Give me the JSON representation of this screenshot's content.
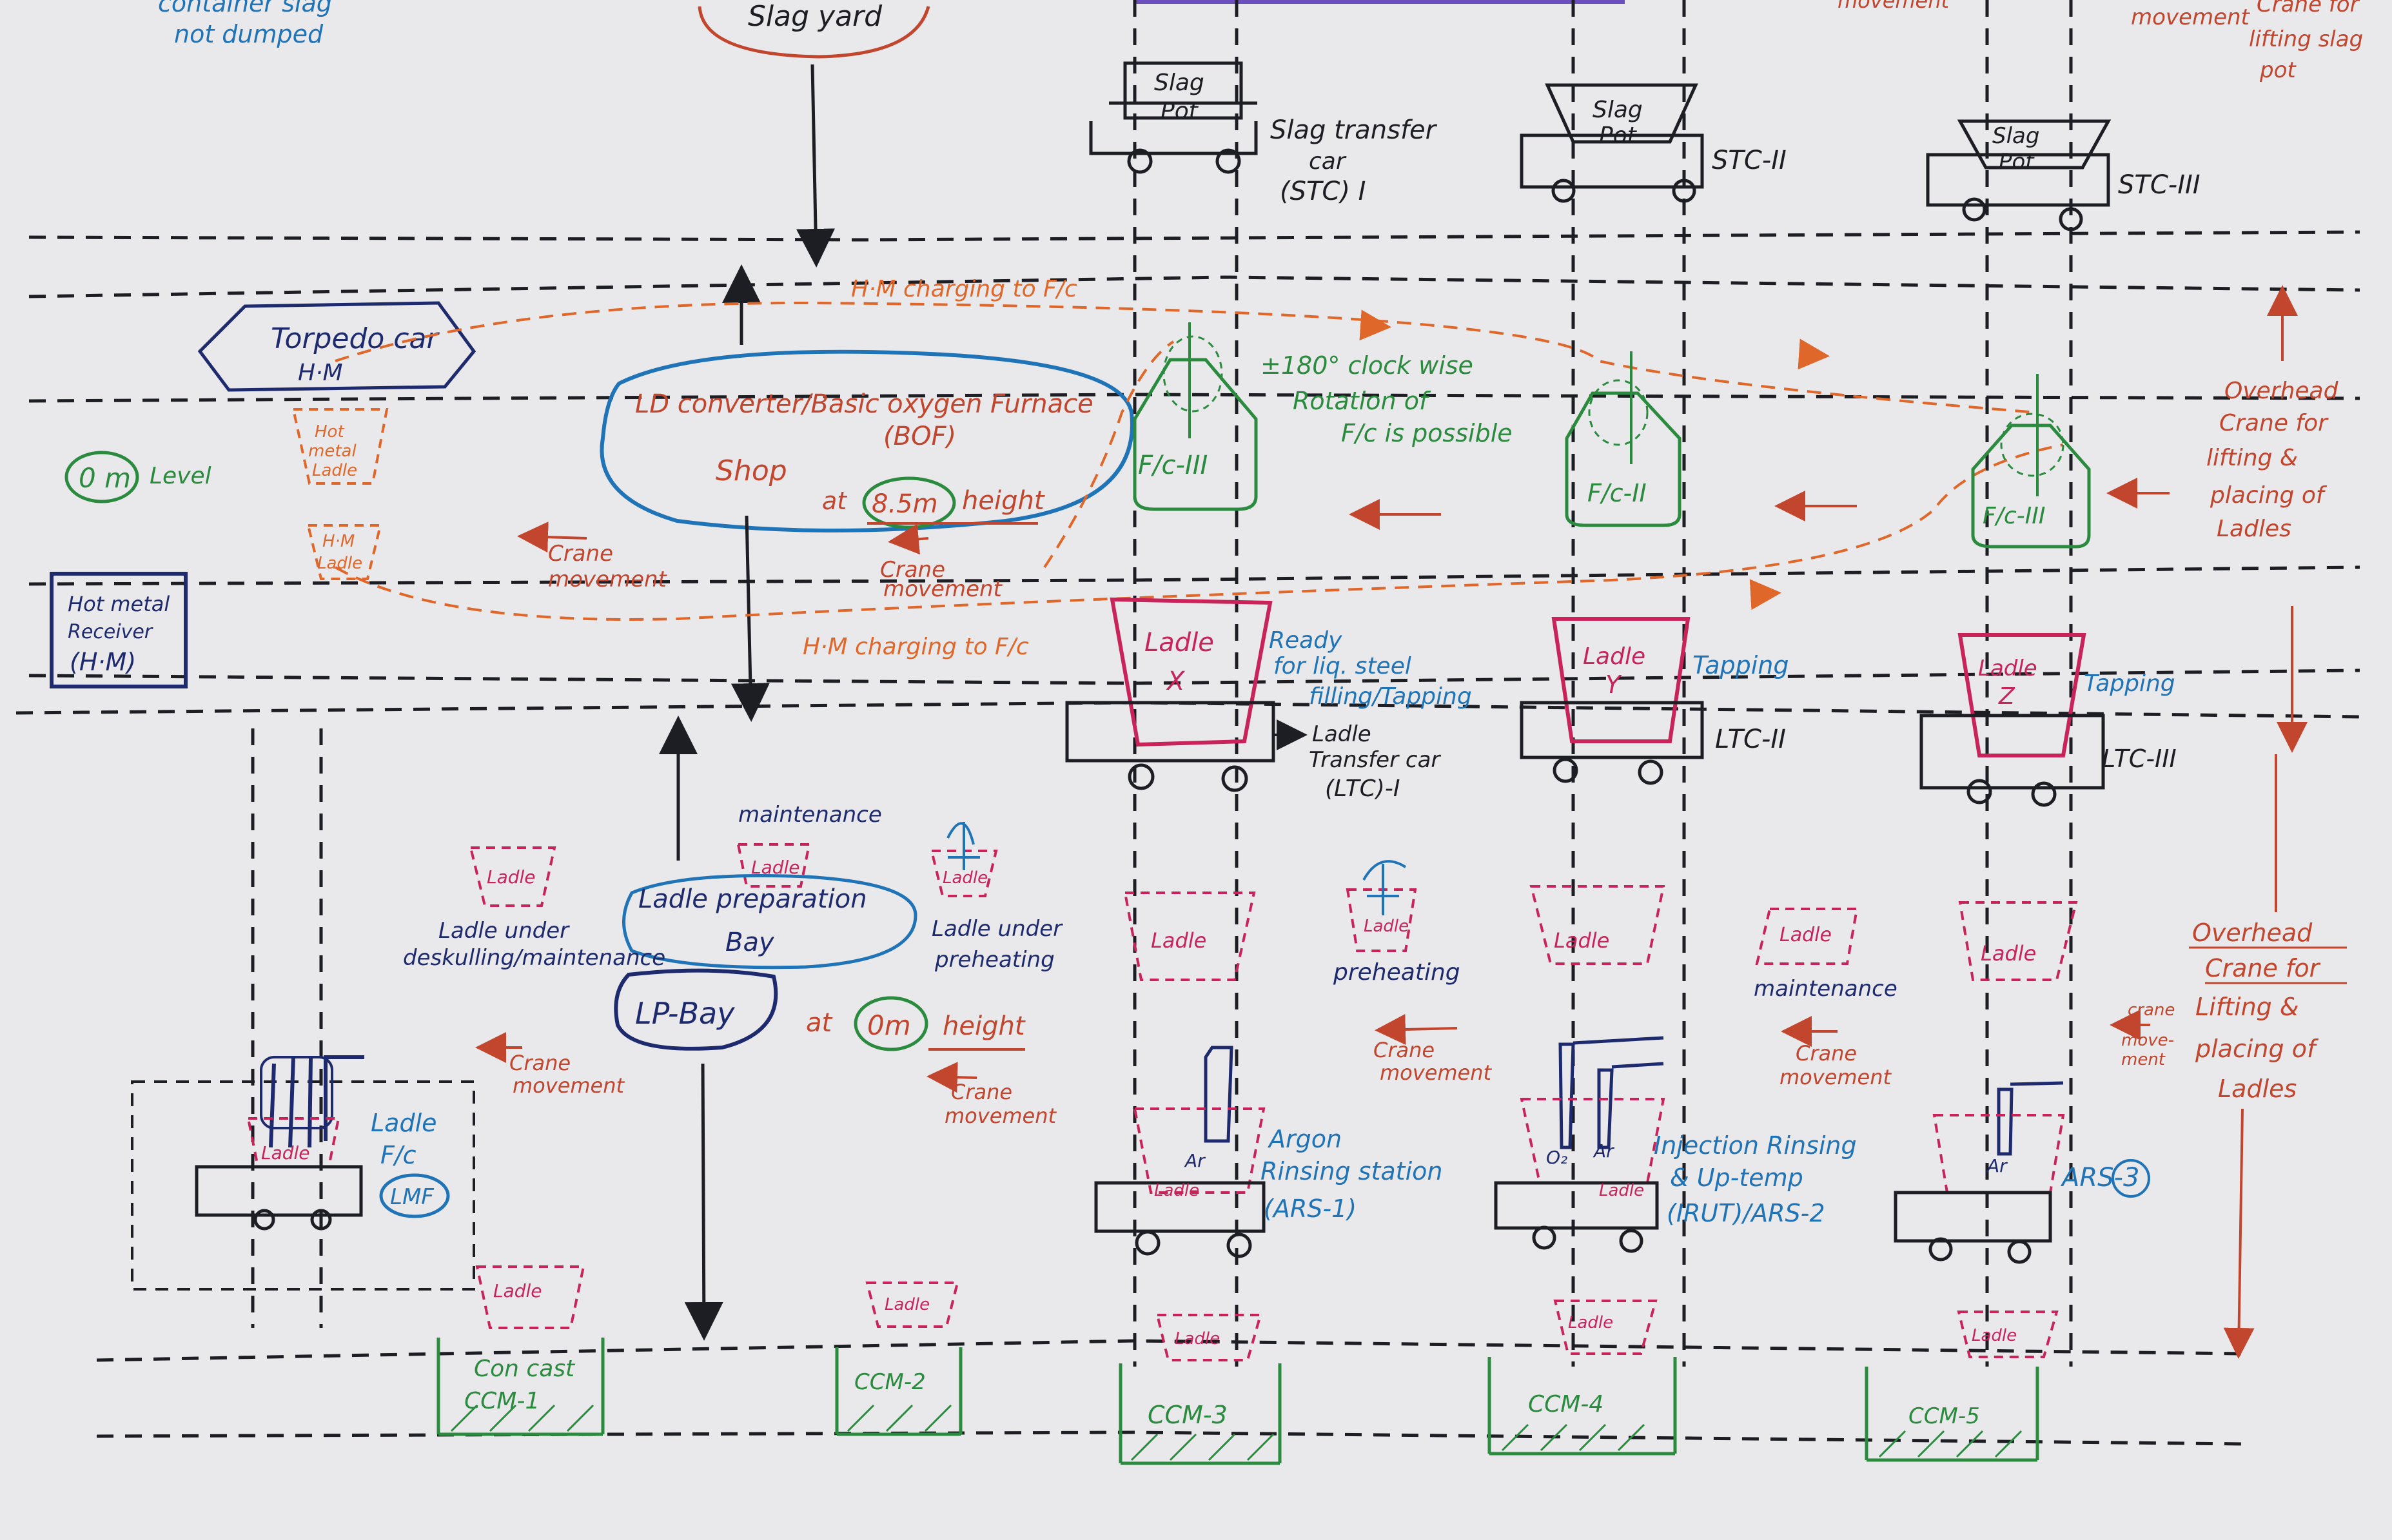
{
  "header": {
    "slag_yard": "Slag yard",
    "container_slag_note": [
      "container slag",
      "not dumped"
    ],
    "corner_movement": "movement",
    "corner_crane": [
      "Crane for",
      "lifting slag",
      "pot"
    ]
  },
  "slag_pots": [
    {
      "pot": [
        "Slag",
        "Pot"
      ],
      "label": [
        "Slag transfer",
        "car",
        "(STC) I"
      ]
    },
    {
      "pot": [
        "Slag",
        "Pot"
      ],
      "label": [
        "STC-II"
      ]
    },
    {
      "pot": [
        "Slag",
        "Pot"
      ],
      "label": [
        "STC-III"
      ]
    }
  ],
  "torpedo": {
    "title": "Torpedo car",
    "sub": "H·M"
  },
  "hot_metal_ladle": [
    "Hot",
    "metal",
    "Ladle"
  ],
  "hm_ladle": [
    "H·M",
    "Ladle"
  ],
  "level_badge": "0 m",
  "level_label": "Level",
  "receiver": [
    "Hot metal",
    "Receiver",
    "(H·M)"
  ],
  "bof": {
    "line1": "LD converter/Basic oxygen Furnace",
    "line2": "(BOF)",
    "shop": "Shop",
    "height_prefix": "at",
    "height_value": "8.5m",
    "height_suffix": "height"
  },
  "hm_charging_top": "H·M charging to F/c",
  "hm_charging_bottom": "H·M charging to F/c",
  "rotation_note": [
    "±180° clock wise",
    "Rotation of",
    "F/c is possible"
  ],
  "furnaces": [
    "F/c-III",
    "F/c-II",
    "F/c-III"
  ],
  "crane_movement": [
    "Crane",
    "movement"
  ],
  "overhead_crane_top": [
    "Overhead",
    "Crane for",
    "lifting &",
    "placing of",
    "Ladles"
  ],
  "overhead_crane_bottom": [
    "Overhead",
    "Crane for",
    "Lifting &",
    "placing of",
    "Ladles"
  ],
  "ladles_tapping": [
    {
      "name": "Ladle",
      "tag": "X",
      "note": [
        "Ready",
        "for liq. steel",
        "filling/Tapping"
      ]
    },
    {
      "name": "Ladle",
      "tag": "Y",
      "note": [
        "Tapping"
      ]
    },
    {
      "name": "Ladle",
      "tag": "Z",
      "note": [
        "Tapping"
      ]
    }
  ],
  "ltc_labels": [
    [
      "Ladle",
      "Transfer car",
      "(LTC)-I"
    ],
    [
      "LTC-II"
    ],
    [
      "LTC-III"
    ]
  ],
  "ladle_word": "Ladle",
  "maintenance": "maintenance",
  "lp_bay": {
    "title": [
      "Ladle preparation",
      "Bay"
    ],
    "short": "LP-Bay",
    "height_prefix": "at",
    "height_value": "0m",
    "height_suffix": "height"
  },
  "ladle_deskulling": [
    "Ladle under",
    "deskulling/maintenance"
  ],
  "ladle_preheating": [
    "Ladle under",
    "preheating"
  ],
  "preheating": "preheating",
  "lmf": {
    "label": [
      "Ladle",
      "F/c"
    ],
    "badge": "LMF"
  },
  "argon_station": {
    "gas": "Ar",
    "label": [
      "Argon",
      "Rinsing station",
      "(ARS-1)"
    ]
  },
  "irut_station": {
    "o2": "O₂",
    "ar": "Ar",
    "label": [
      "Injection Rinsing",
      "& Up-temp",
      "(IRUT)/ARS-2"
    ]
  },
  "ars3": {
    "gas": "Ar",
    "label": "ARS-3"
  },
  "crane_side_movement": [
    "crane",
    "move-",
    "ment"
  ],
  "ccms": [
    {
      "label": [
        "Con cast",
        "CCM-1"
      ]
    },
    {
      "label": [
        "CCM-2"
      ]
    },
    {
      "label": [
        "CCM-3"
      ]
    },
    {
      "label": [
        "CCM-4"
      ]
    },
    {
      "label": [
        "CCM-5"
      ]
    }
  ],
  "colors": {
    "ink_black": "#1d1d24",
    "ink_red": "#c2452d",
    "ink_green": "#2a8a3e",
    "ink_blue": "#1f73b7",
    "ink_magenta": "#c8245a",
    "ink_navy": "#1e2a6e",
    "ink_orange": "#e0672a",
    "paper": "#e9e8ea"
  }
}
